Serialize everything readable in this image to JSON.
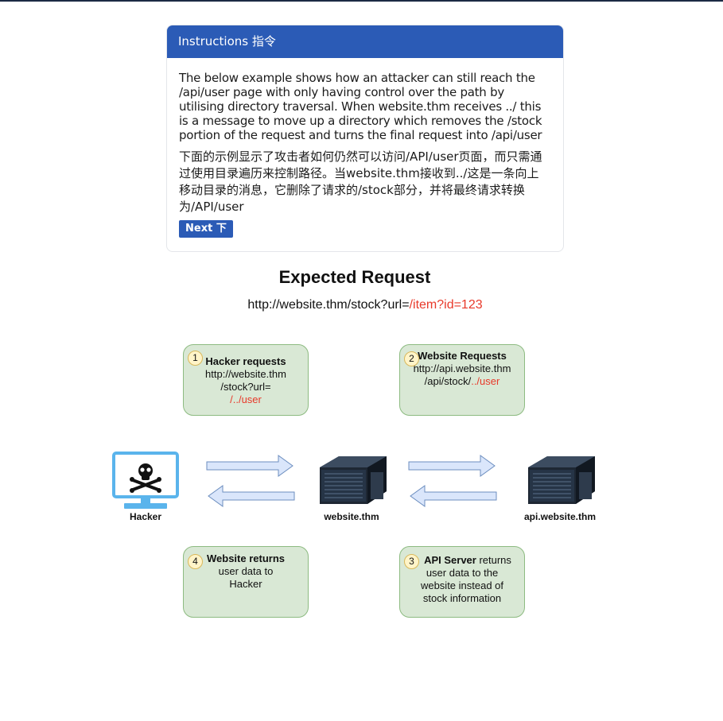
{
  "panel": {
    "header": "Instructions  指令",
    "english": "The below example shows how an attacker can still reach the /api/user page with only having control over the path by utilising directory traversal. When website.thm receives ../ this is a message to move up a directory which removes the /stock portion of the request and turns the final request into /api/user",
    "chinese": "下面的示例显示了攻击者如何仍然可以访问/API/user页面，而只需通过使用目录遍历来控制路径。当website.thm接收到../这是一条向上移动目录的消息，它删除了请求的/stock部分，并将最终请求转换为/API/user",
    "next_label": "Next  下"
  },
  "diagram": {
    "title": "Expected Request",
    "url_base": "http://website.thm/stock?url=",
    "url_param": "/item?id=123",
    "step1": {
      "num": "1",
      "bold": "Hacker requests",
      "line1": "http://website.thm",
      "line2": "/stock?url=",
      "red": "/../user"
    },
    "step2": {
      "num": "2",
      "bold": "Website Requests",
      "line1": "http://api.website.thm",
      "line2": "/api/stock/",
      "red": "../user"
    },
    "step3": {
      "num": "3",
      "bold": "API Server",
      "rest": " returns",
      "line1": "user data to the",
      "line2": "website instead of",
      "line3": "stock information"
    },
    "step4": {
      "num": "4",
      "bold": "Website returns",
      "line1": "user data to",
      "line2": "Hacker"
    },
    "labels": {
      "hacker": "Hacker",
      "website": "website.thm",
      "api": "api.website.thm"
    },
    "colors": {
      "accent": "#2b5bb6",
      "red": "#e8392a",
      "box_fill": "#d9e8d5",
      "arrow_fill": "#dae6fb",
      "monitor": "#5ab4ec"
    }
  }
}
